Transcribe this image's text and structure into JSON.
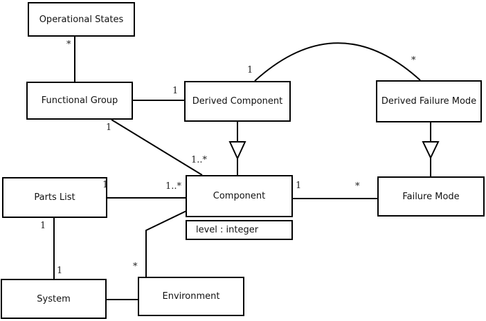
{
  "diagram": {
    "type": "uml-class-diagram",
    "classes": {
      "operational_states": {
        "name": "Operational States"
      },
      "functional_group": {
        "name": "Functional Group"
      },
      "derived_component": {
        "name": "Derived Component"
      },
      "derived_failure_mode": {
        "name": "Derived Failure Mode"
      },
      "parts_list": {
        "name": "Parts List"
      },
      "component": {
        "name": "Component",
        "attribute": "level : integer"
      },
      "failure_mode": {
        "name": "Failure Mode"
      },
      "system": {
        "name": "System"
      },
      "environment": {
        "name": "Environment"
      }
    },
    "multiplicities": {
      "opstates_fg_star": "*",
      "fg_dc_one": "1",
      "fg_comp_one": "1",
      "fg_comp_many": "1..*",
      "dc_dfm_one": "1",
      "dc_dfm_star": "*",
      "pl_comp_one": "1",
      "pl_comp_many": "1..*",
      "comp_fm_one": "1",
      "comp_fm_star": "*",
      "pl_sys_one_top": "1",
      "pl_sys_one_bottom": "1",
      "env_comp_star": "*"
    },
    "relationships": [
      {
        "from": "Operational States",
        "to": "Functional Group",
        "type": "association",
        "labels": [
          "*"
        ]
      },
      {
        "from": "Functional Group",
        "to": "Derived Component",
        "type": "association",
        "labels": [
          "1"
        ]
      },
      {
        "from": "Functional Group",
        "to": "Component",
        "type": "association",
        "labels": [
          "1",
          "1..*"
        ]
      },
      {
        "from": "Derived Component",
        "to": "Component",
        "type": "generalization"
      },
      {
        "from": "Derived Component",
        "to": "Derived Failure Mode",
        "type": "association-arc",
        "labels": [
          "1",
          "*"
        ]
      },
      {
        "from": "Derived Failure Mode",
        "to": "Failure Mode",
        "type": "generalization"
      },
      {
        "from": "Component",
        "to": "Failure Mode",
        "type": "association",
        "labels": [
          "1",
          "*"
        ]
      },
      {
        "from": "Parts List",
        "to": "Component",
        "type": "association",
        "labels": [
          "1",
          "1..*"
        ]
      },
      {
        "from": "Parts List",
        "to": "System",
        "type": "association",
        "labels": [
          "1",
          "1"
        ]
      },
      {
        "from": "System",
        "to": "Environment",
        "type": "association"
      },
      {
        "from": "Environment",
        "to": "Component",
        "type": "association",
        "labels": [
          "*"
        ]
      }
    ],
    "colors": {
      "line": "#000000",
      "box_border": "#000000",
      "box_fill": "#ffffff",
      "background": "#ffffff",
      "text": "#111111"
    }
  }
}
